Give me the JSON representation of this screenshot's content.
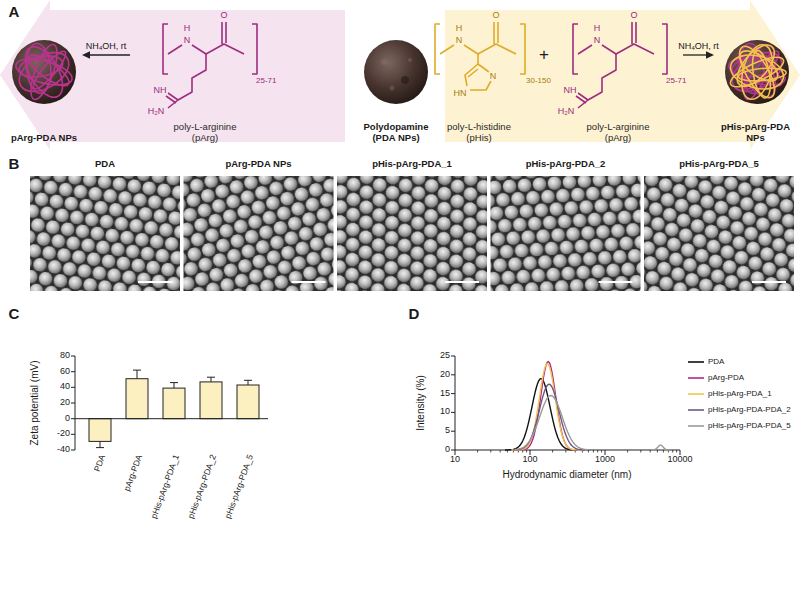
{
  "diagram": {
    "nodes": [
      {
        "text": [
          "pArg-PDA NPs"
        ]
      },
      {
        "text": [
          "poly-L-arginine (pArg)"
        ]
      },
      {
        "text": [
          "Polydopamine (PDA NPs)"
        ]
      },
      {
        "text": [
          "poly-L-histidine (pHis)"
        ]
      },
      {
        "text": [
          "poly-L-arginine (pArg)"
        ]
      },
      {
        "text": [
          "pHis-pArg-PDA NPs"
        ]
      },
      {
        "text": [
          "PDA"
        ]
      },
      {
        "text": [
          "pArg-PDA NPs"
        ]
      },
      {
        "text": [
          "pHis-pArg-PDA_1"
        ]
      },
      {
        "text": [
          "pHis-pArg-PDA_2"
        ]
      },
      {
        "text": [
          "pHis-pArg-PDA_5"
        ]
      }
    ],
    "edges": [
      {
        "from": 1,
        "to": 0,
        "arrow": "to",
        "label": "NH₄OH, rt"
      },
      {
        "from": 4,
        "to": 5,
        "arrow": "to",
        "label": "NH₄OH, rt"
      }
    ],
    "labels": [
      "A",
      "H",
      "N",
      "O",
      "25-71",
      "NH",
      "H₂N",
      "H",
      "N",
      "O",
      "30-150",
      "HN",
      "N",
      "+",
      "H",
      "N",
      "O",
      "25-71",
      "NH",
      "H₂N",
      "B",
      "C",
      "Zeta potential (mV)",
      "80",
      "60",
      "40",
      "20",
      "0",
      "-20",
      "-40",
      "PDA",
      "pArg-PDA",
      "pHis-pArg-PDA_1",
      "pHis-pArg-PDA_2",
      "pHis-pArg-PDA_5",
      "D",
      "Intensity (%)",
      "25",
      "20",
      "15",
      "10",
      "5",
      "0",
      "10",
      "100",
      "1000",
      "10000",
      "Hydrodynamic diameter (nm)"
    ],
    "legend": [
      {
        "text": "PDA"
      },
      {
        "text": "pArg-PDA"
      },
      {
        "text": "pHis-pArg-PDA_1"
      },
      {
        "text": "pHis-pArg-PDA-PDA_2"
      },
      {
        "text": "pHis-pArg-PDA-PDA_5"
      }
    ]
  }
}
